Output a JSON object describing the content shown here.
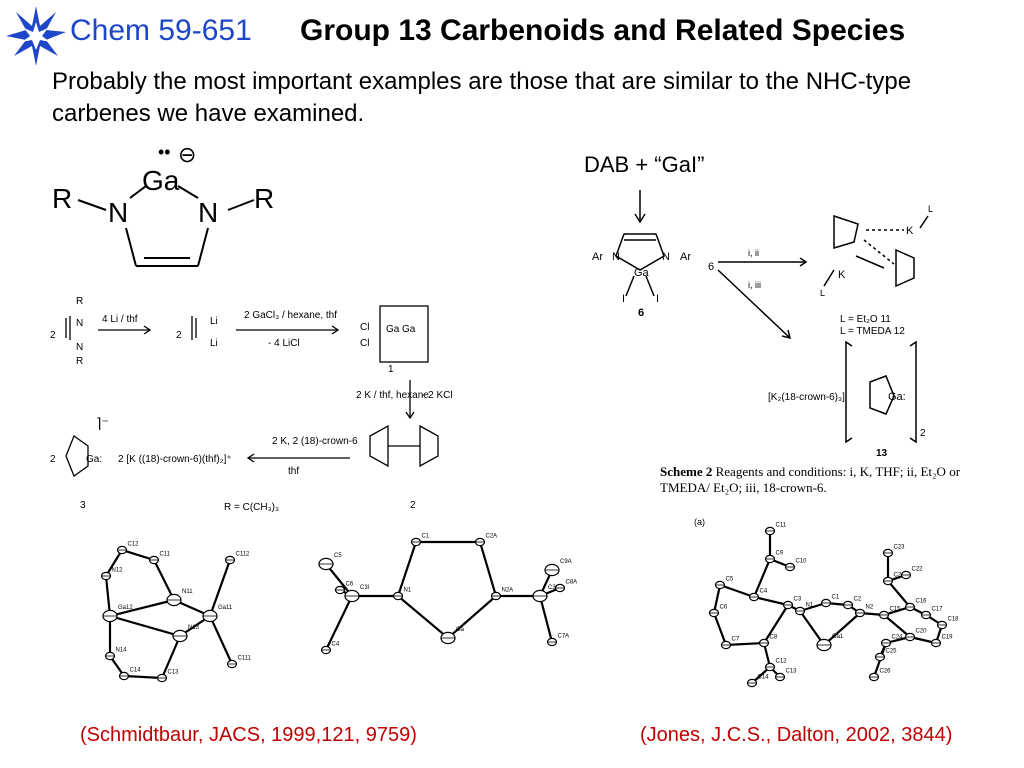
{
  "header": {
    "course": "Chem 59-651",
    "title": "Group 13 Carbenoids and Related Species"
  },
  "intro": "Probably the most important examples are those that are similar to the NHC-type carbenes we have examined.",
  "structure": {
    "metal": "Ga",
    "n_left": "N",
    "n_right": "N",
    "r_left": "R",
    "r_right": "R",
    "charge": "⊖"
  },
  "dab_label": "DAB + “GaI”",
  "scheme_left": {
    "r1": "R",
    "n1": "N",
    "n2": "N",
    "r2": "R",
    "count2a": "2",
    "step1": "4 Li / thf",
    "li_a": "Li",
    "li_b": "Li",
    "count2b": "2",
    "step2": "2 GaCl₃ / hexane, thf",
    "step2b": "- 4 LiCl",
    "cl_a": "Cl",
    "cl_b": "Cl",
    "ga_a": "Ga",
    "ga_b": "Ga",
    "cmpd1": "1",
    "step3": "2 K / thf, hexane",
    "step3b": "- 2 KCl",
    "step4": "2 K, 2 (18)-crown-6",
    "step4b": "thf",
    "cmpd2": "2",
    "cmpd3": "3",
    "count3": "2",
    "gai": "Ga:",
    "kcrown": "2 [K ((18)-crown-6)(thf)₂]⁺",
    "rdef": "R = C(CH₃)₃",
    "bracket": "⌉⁻"
  },
  "scheme_right": {
    "ar1": "Ar",
    "ar2": "Ar",
    "n1": "N",
    "n2": "N",
    "ga": "Ga",
    "i1": "I",
    "i2": "I",
    "cmpd6": "6",
    "cmpd6b": "6",
    "cond1": "i, ii",
    "cond2": "i, iii",
    "k1": "K",
    "k2": "K",
    "l1": "L",
    "l2": "L",
    "lab11": "L = Et₂O 11",
    "lab12": "L = TMEDA 12",
    "kcrown": "[K₂(18-crown-6)₃]",
    "ga13": "Ga:",
    "cmpd13": "13",
    "sub2": "2"
  },
  "scheme_caption": {
    "label": "Scheme 2",
    "text": "Reagents and conditions: i, K, THF; ii, Et₂O or TMEDA/ Et₂O; iii, 18-crown-6."
  },
  "crystal": {
    "a_label": "(a)",
    "atoms_right": [
      "C11",
      "C9",
      "C10",
      "C5",
      "C4",
      "C3",
      "C6",
      "N1",
      "C1",
      "C2",
      "N2",
      "C15",
      "C16",
      "C17",
      "C18",
      "C7",
      "C8",
      "Ga1",
      "C20",
      "C19",
      "C24",
      "C25",
      "C12",
      "C13",
      "C14",
      "C26",
      "C23",
      "C21",
      "C22"
    ],
    "atoms_mid": [
      "C1",
      "C2A",
      "C5",
      "C6",
      "C3l",
      "N1",
      "N2A",
      "C32A",
      "C9A",
      "C8A",
      "C4",
      "C7A",
      "Ga"
    ],
    "atoms_left": [
      "C12",
      "C11",
      "C112",
      "N12",
      "N11",
      "Ga12",
      "Ga11",
      "N13",
      "N14",
      "C14",
      "C13",
      "C111"
    ]
  },
  "citations": {
    "left": "(Schmidtbaur, JACS, 1999,121, 9759)",
    "right": "(Jones, J.C.S., Dalton, 2002, 3844)"
  },
  "colors": {
    "course": "#1e46c8",
    "citation": "#c00000",
    "logo": "#1e46c8"
  }
}
